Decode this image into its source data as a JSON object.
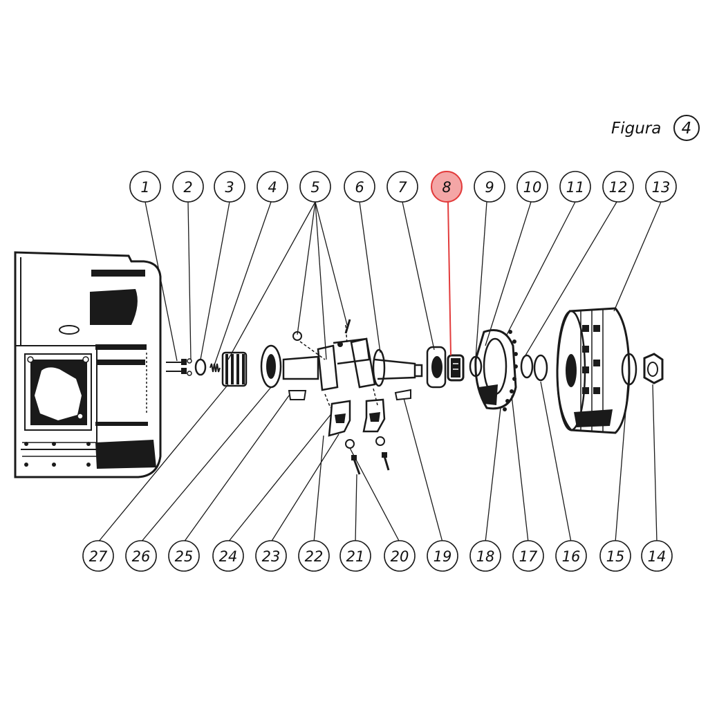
{
  "figure": {
    "label": "Figura",
    "number": "4"
  },
  "highlight_color": "#e23b3b",
  "callouts_top": [
    {
      "id": "c1",
      "label": "1"
    },
    {
      "id": "c2",
      "label": "2"
    },
    {
      "id": "c3",
      "label": "3"
    },
    {
      "id": "c4",
      "label": "4"
    },
    {
      "id": "c5",
      "label": "5"
    },
    {
      "id": "c6",
      "label": "6"
    },
    {
      "id": "c7",
      "label": "7"
    },
    {
      "id": "c8",
      "label": "8",
      "highlighted": true
    },
    {
      "id": "c9",
      "label": "9"
    },
    {
      "id": "c10",
      "label": "10"
    },
    {
      "id": "c11",
      "label": "11"
    },
    {
      "id": "c12",
      "label": "12"
    },
    {
      "id": "c13",
      "label": "13"
    }
  ],
  "callouts_bottom": [
    {
      "id": "c27",
      "label": "27"
    },
    {
      "id": "c26",
      "label": "26"
    },
    {
      "id": "c25",
      "label": "25"
    },
    {
      "id": "c24",
      "label": "24"
    },
    {
      "id": "c23",
      "label": "23"
    },
    {
      "id": "c22",
      "label": "22"
    },
    {
      "id": "c21",
      "label": "21"
    },
    {
      "id": "c20",
      "label": "20"
    },
    {
      "id": "c19",
      "label": "19"
    },
    {
      "id": "c18",
      "label": "18"
    },
    {
      "id": "c17",
      "label": "17"
    },
    {
      "id": "c16",
      "label": "16"
    },
    {
      "id": "c15",
      "label": "15"
    },
    {
      "id": "c14",
      "label": "14"
    }
  ]
}
